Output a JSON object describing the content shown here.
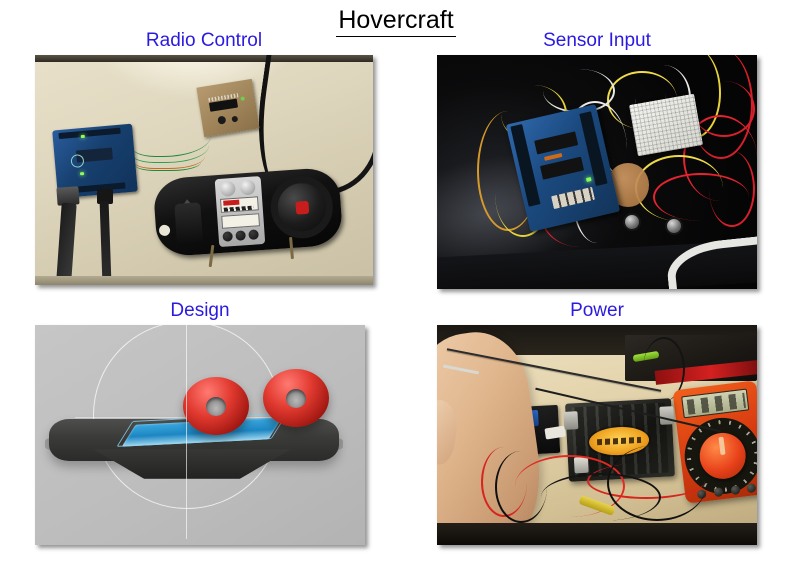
{
  "slide": {
    "title": "Hovercraft",
    "title_color": "#000000",
    "background_color": "#ffffff",
    "panel_title_color": "#2b1ae0"
  },
  "panels": [
    {
      "id": "radio-control",
      "label": "Radio Control",
      "position": "top-left",
      "kind": "photograph",
      "description": "Blue Arduino Uno board on a cream-colored desk wired with green and orange jumper wires to a tan perfboard receiver module; a black RC transmitter with steering wheel, silver control panel and red center button sits at lower right; thick black cables run across the desk.",
      "objects": [
        "arduino-uno-board",
        "perfboard-receiver",
        "rc-transmitter",
        "usb-cable",
        "power-barrel-jack",
        "jumper-wires"
      ],
      "colors": {
        "desk": "#ded6bd",
        "board": "#1b4a80",
        "wire_green": "#1d8a3a",
        "wire_orange": "#c86a20"
      }
    },
    {
      "id": "sensor-input",
      "label": "Sensor Input",
      "position": "top-right",
      "kind": "photograph",
      "description": "Dark low-light photo of a blue Arduino board with stacked shields next to a white solderless breadboard, surrounded by a dense tangle of red, yellow and white jumper wires; two small metal sensors and a tan cardboard disc sit below, with a white cable entering from the lower right.",
      "objects": [
        "arduino-board",
        "breadboard",
        "sensor-modules",
        "cardboard-disc",
        "red-wires",
        "yellow-wires",
        "white-wires"
      ],
      "colors": {
        "background": "#0b0b0c",
        "board": "#1b4a80",
        "breadboard": "#eeeeea",
        "wire_red": "#d81f2a",
        "wire_yellow": "#e8d23c"
      }
    },
    {
      "id": "design",
      "label": "Design",
      "position": "bottom-left",
      "kind": "cad-render",
      "description": "Grey-background CAD render of the hovercraft: a dark tapered hull platform with a bright blue deck strip and two red toroidal lift-fan ducts mounted on top, overlaid by a white circular construction-plane crosshair.",
      "objects": [
        "hull-platform",
        "blue-deck-strip",
        "red-torus-left",
        "red-torus-right",
        "construction-circle",
        "crosshair-axes"
      ],
      "colors": {
        "background": "#bcbcbc",
        "hull": "#3a3a38",
        "deck": "#1d86c2",
        "torus": "#e23a30"
      }
    },
    {
      "id": "power",
      "label": "Power",
      "position": "bottom-right",
      "kind": "photograph",
      "description": "A hand holds a multimeter probe lead across a workbench; a small black ESC/regulator module with a green LED, a ribbed black battery pack with a yellow-orange circular label, and an orange digital multimeter with an LCD readout and large red rotary dial lie on the light desk, connected by red and black test leads.",
      "objects": [
        "hand",
        "test-probe-lead",
        "esc-module",
        "battery-pack",
        "digital-multimeter",
        "rotary-dial",
        "lcd-readout",
        "red-lead",
        "black-lead"
      ],
      "colors": {
        "desk": "#e3d3ac",
        "multimeter": "#d83c10",
        "dial": "#e8411a",
        "label": "#f0a521",
        "lead_red": "#d6241e",
        "lead_black": "#101010"
      }
    }
  ]
}
